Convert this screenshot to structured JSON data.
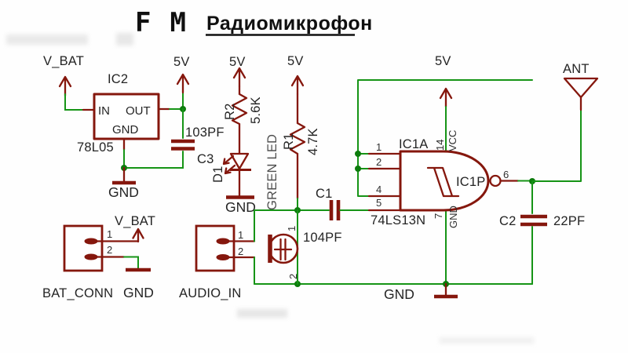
{
  "title": {
    "prefix": "FM",
    "name": "Радиомикрофон"
  },
  "colors": {
    "component": "#85170d",
    "wire": "#169416",
    "junction": "#0d7c0d",
    "text": "#242424",
    "muted": "#4f4f4f"
  },
  "regulator": {
    "ref": "IC2",
    "part": "78L05",
    "pin_in": "IN",
    "pin_out": "OUT",
    "pin_gnd": "GND",
    "rail_in": "V_BAT",
    "rail_out": "5V",
    "gnd": "GND"
  },
  "c3": {
    "ref": "C3",
    "value": "103PF"
  },
  "led_branch": {
    "rail": "5V",
    "res_ref": "R2",
    "res_value": "5.6K",
    "diode_ref": "D1",
    "note": "GREEN LED",
    "gnd": "GND"
  },
  "r1": {
    "ref": "R1",
    "value": "4.7K",
    "rail": "5V"
  },
  "c1": {
    "ref": "C1",
    "value": "104PF"
  },
  "ic1": {
    "gate_ref": "IC1A",
    "power_ref": "IC1P",
    "part": "74LS13N",
    "rail": "5V",
    "vcc": "VCC",
    "gnd": "GND",
    "pin1": "1",
    "pin2": "2",
    "pin4": "4",
    "pin5": "5",
    "pin6": "6",
    "pin7": "7",
    "pin14": "14"
  },
  "c2": {
    "ref": "C2",
    "value": "22PF"
  },
  "antenna": {
    "label": "ANT"
  },
  "battery": {
    "ref": "BAT_CONN",
    "pin1": "1",
    "pin2": "2",
    "rail": "V_BAT",
    "gnd": "GND"
  },
  "audio": {
    "ref": "AUDIO_IN",
    "pin1": "1",
    "pin2": "2"
  },
  "mic": {
    "pin1": "1",
    "pin2": "2"
  },
  "ground": {
    "main": "GND"
  }
}
